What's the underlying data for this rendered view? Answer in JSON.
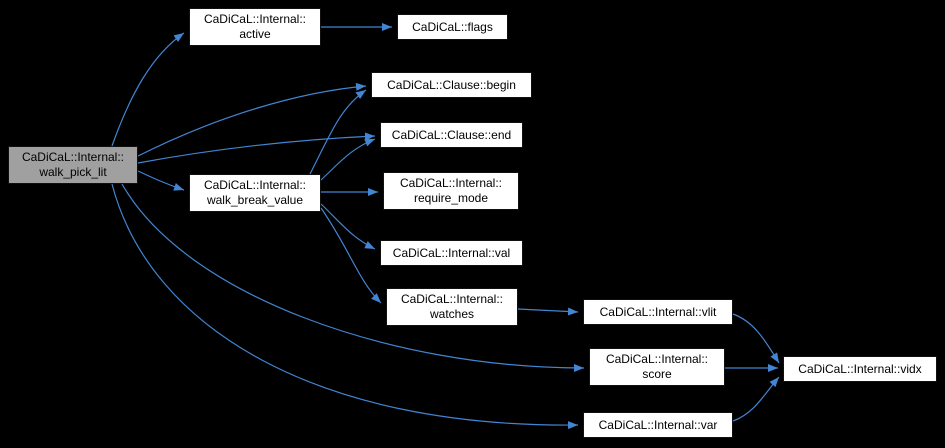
{
  "graph": {
    "title": "walk_pick_lit call graph",
    "colors": {
      "background": "#000000",
      "edge": "#4285d2",
      "node_fill": "#ffffff",
      "node_border": "#101010",
      "highlight_fill": "#a0a0a0",
      "text": "#000000"
    },
    "nodes": [
      {
        "id": "walk_pick_lit",
        "lines": [
          "CaDiCaL::Internal::",
          "walk_pick_lit"
        ],
        "highlighted": true
      },
      {
        "id": "active",
        "lines": [
          "CaDiCaL::Internal::",
          "active"
        ]
      },
      {
        "id": "flags",
        "lines": [
          "CaDiCaL::flags"
        ]
      },
      {
        "id": "clause_begin",
        "lines": [
          "CaDiCaL::Clause::begin"
        ]
      },
      {
        "id": "clause_end",
        "lines": [
          "CaDiCaL::Clause::end"
        ]
      },
      {
        "id": "walk_break_value",
        "lines": [
          "CaDiCaL::Internal::",
          "walk_break_value"
        ]
      },
      {
        "id": "require_mode",
        "lines": [
          "CaDiCaL::Internal::",
          "require_mode"
        ]
      },
      {
        "id": "val",
        "lines": [
          "CaDiCaL::Internal::val"
        ]
      },
      {
        "id": "watches",
        "lines": [
          "CaDiCaL::Internal::",
          "watches"
        ]
      },
      {
        "id": "vlit",
        "lines": [
          "CaDiCaL::Internal::vlit"
        ]
      },
      {
        "id": "score",
        "lines": [
          "CaDiCaL::Internal::",
          "score"
        ]
      },
      {
        "id": "vidx",
        "lines": [
          "CaDiCaL::Internal::vidx"
        ]
      },
      {
        "id": "var",
        "lines": [
          "CaDiCaL::Internal::var"
        ]
      }
    ],
    "edges": [
      {
        "from": "walk_pick_lit",
        "to": "active"
      },
      {
        "from": "walk_pick_lit",
        "to": "clause_begin"
      },
      {
        "from": "walk_pick_lit",
        "to": "clause_end"
      },
      {
        "from": "walk_pick_lit",
        "to": "walk_break_value"
      },
      {
        "from": "walk_pick_lit",
        "to": "score"
      },
      {
        "from": "walk_pick_lit",
        "to": "var"
      },
      {
        "from": "active",
        "to": "flags"
      },
      {
        "from": "walk_break_value",
        "to": "clause_begin"
      },
      {
        "from": "walk_break_value",
        "to": "clause_end"
      },
      {
        "from": "walk_break_value",
        "to": "require_mode"
      },
      {
        "from": "walk_break_value",
        "to": "val"
      },
      {
        "from": "walk_break_value",
        "to": "watches"
      },
      {
        "from": "watches",
        "to": "vlit"
      },
      {
        "from": "vlit",
        "to": "vidx"
      },
      {
        "from": "score",
        "to": "vidx"
      },
      {
        "from": "var",
        "to": "vidx"
      }
    ]
  }
}
